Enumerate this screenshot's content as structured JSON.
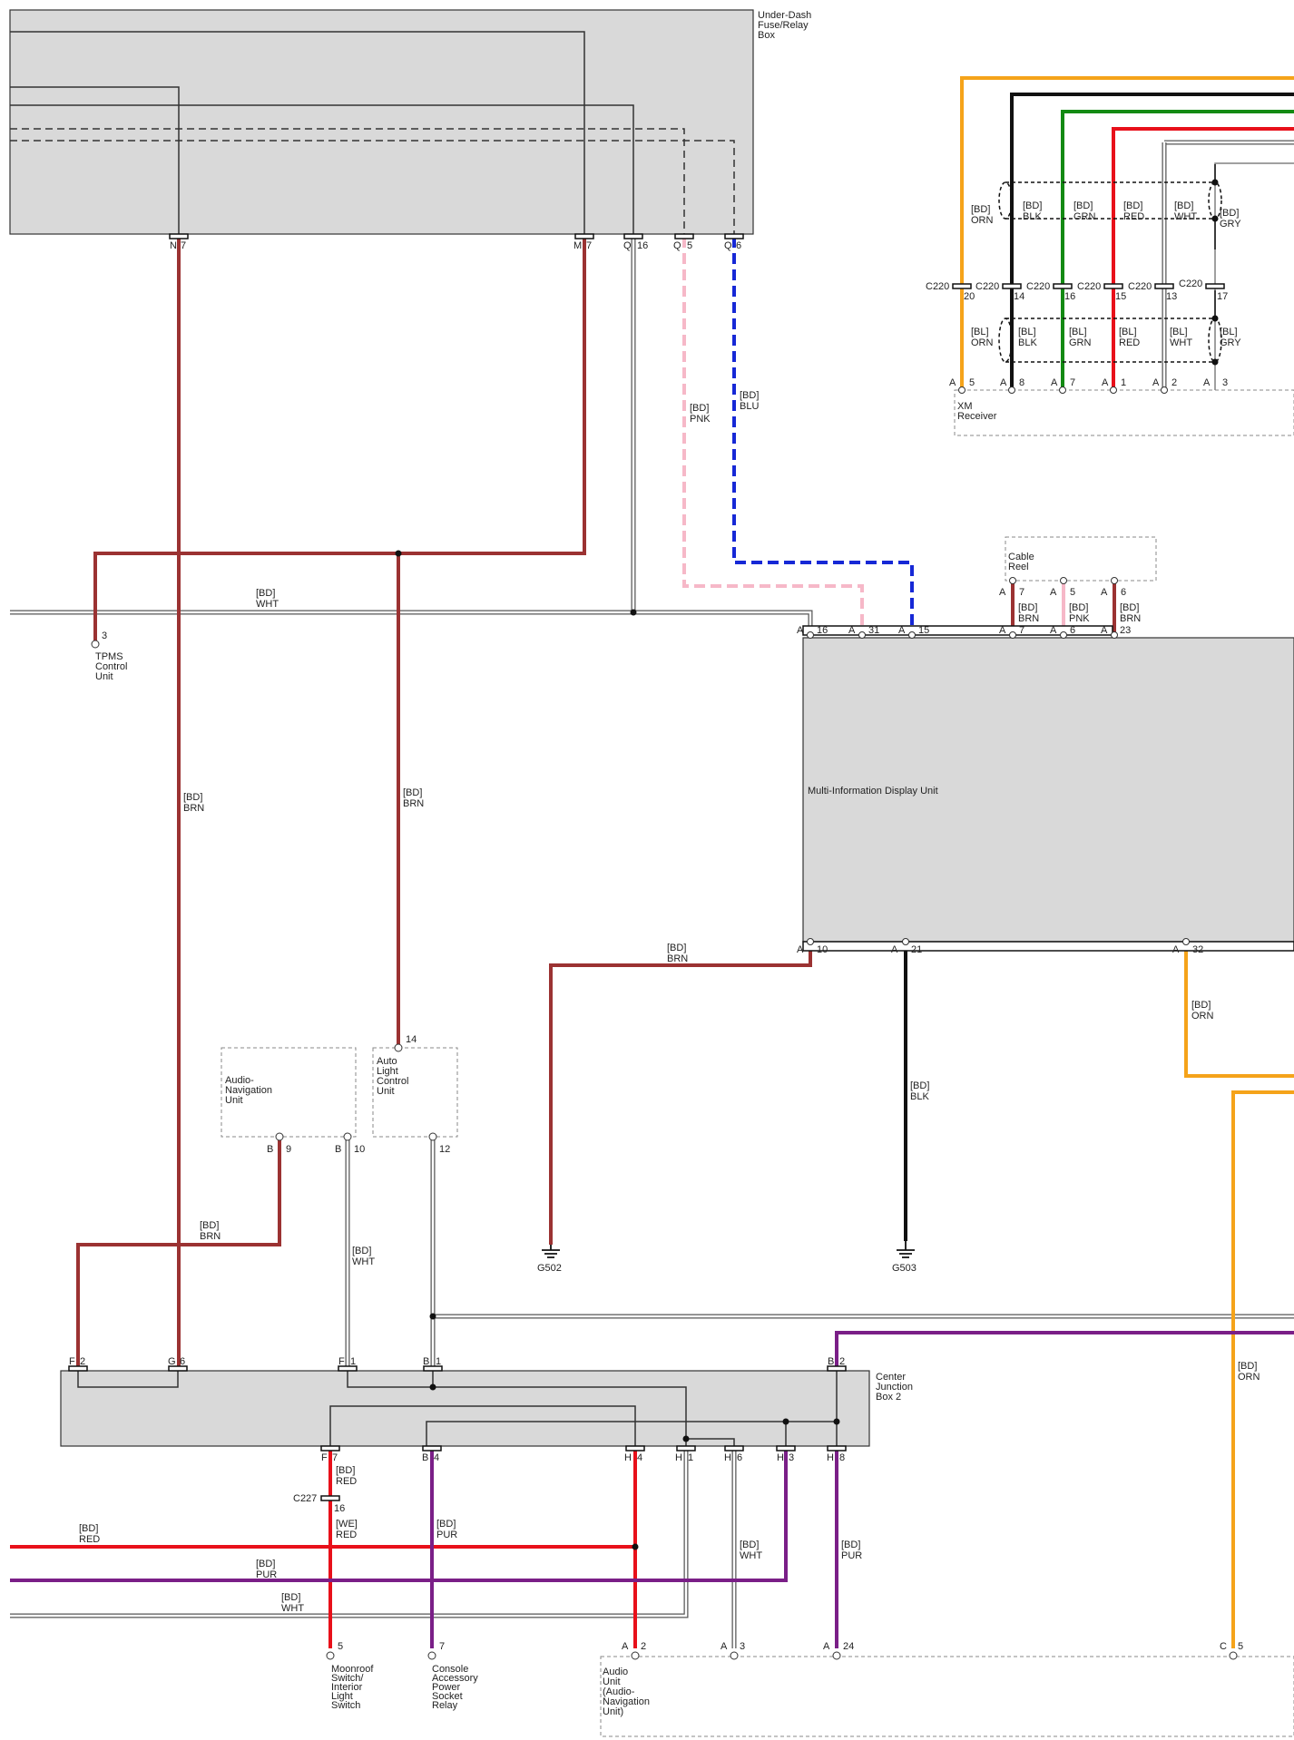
{
  "components": {
    "fuse_box": [
      "Under-Dash",
      "Fuse/Relay",
      "Box"
    ],
    "xm_receiver": [
      "XM",
      "Receiver"
    ],
    "cable_reel": [
      "Cable",
      "Reel"
    ],
    "tpms": [
      "TPMS",
      "Control",
      "Unit"
    ],
    "mid": "Multi-Information Display Unit",
    "audio_nav": [
      "Audio-",
      "Navigation",
      "Unit"
    ],
    "auto_light": [
      "Auto",
      "Light",
      "Control",
      "Unit"
    ],
    "cjb2": [
      "Center",
      "Junction",
      "Box 2"
    ],
    "moonroof": [
      "Moonroof",
      "Switch/",
      "Interior",
      "Light",
      "Switch"
    ],
    "console_relay": [
      "Console",
      "Accessory",
      "Power",
      "Socket",
      "Relay"
    ],
    "audio_unit": [
      "Audio",
      "Unit",
      "(Audio-",
      "Navigation",
      "Unit)"
    ],
    "g502": "G502",
    "g503": "G503"
  },
  "fuse_pins": [
    {
      "letter": "N",
      "num": "7"
    },
    {
      "letter": "M",
      "num": "7"
    },
    {
      "letter": "Q",
      "num": "16"
    },
    {
      "letter": "Q",
      "num": "5"
    },
    {
      "letter": "Q",
      "num": "6"
    }
  ],
  "xm_pins": [
    {
      "letter": "A",
      "num": "5"
    },
    {
      "letter": "A",
      "num": "8"
    },
    {
      "letter": "A",
      "num": "7"
    },
    {
      "letter": "A",
      "num": "1"
    },
    {
      "letter": "A",
      "num": "2"
    },
    {
      "letter": "A",
      "num": "3"
    }
  ],
  "c220": [
    {
      "name": "C220",
      "num": "20"
    },
    {
      "name": "C220",
      "num": "14"
    },
    {
      "name": "C220",
      "num": "16"
    },
    {
      "name": "C220",
      "num": "15"
    },
    {
      "name": "C220",
      "num": "13"
    },
    {
      "name": "C220",
      "num": "17"
    }
  ],
  "cable_reel_pins": [
    {
      "letter": "A",
      "num": "7"
    },
    {
      "letter": "A",
      "num": "5"
    },
    {
      "letter": "A",
      "num": "6"
    }
  ],
  "mid_top_pins": [
    {
      "letter": "A",
      "num": "16"
    },
    {
      "letter": "A",
      "num": "31"
    },
    {
      "letter": "A",
      "num": "15"
    },
    {
      "letter": "A",
      "num": "7"
    },
    {
      "letter": "A",
      "num": "6"
    },
    {
      "letter": "A",
      "num": "23"
    }
  ],
  "mid_bottom_pins": [
    {
      "letter": "A",
      "num": "10"
    },
    {
      "letter": "A",
      "num": "21"
    },
    {
      "letter": "A",
      "num": "32"
    }
  ],
  "tpms_pin": "3",
  "auto_light_pins": [
    "14",
    "12"
  ],
  "audio_nav_pins": [
    {
      "letter": "B",
      "num": "9"
    },
    {
      "letter": "B",
      "num": "10"
    }
  ],
  "cjb_top_pins": [
    {
      "letter": "F",
      "num": "2"
    },
    {
      "letter": "G",
      "num": "6"
    },
    {
      "letter": "F",
      "num": "1"
    },
    {
      "letter": "B",
      "num": "1"
    },
    {
      "letter": "B",
      "num": "2"
    }
  ],
  "cjb_bottom_pins": [
    {
      "letter": "F",
      "num": "7"
    },
    {
      "letter": "B",
      "num": "4"
    },
    {
      "letter": "H",
      "num": "4"
    },
    {
      "letter": "H",
      "num": "1"
    },
    {
      "letter": "H",
      "num": "6"
    },
    {
      "letter": "H",
      "num": "3"
    },
    {
      "letter": "H",
      "num": "8"
    }
  ],
  "c227": {
    "name": "C227",
    "num": "16"
  },
  "moonroof_pin": "5",
  "console_pin": "7",
  "audio_pins": [
    {
      "letter": "A",
      "num": "2"
    },
    {
      "letter": "A",
      "num": "3"
    },
    {
      "letter": "A",
      "num": "24"
    },
    {
      "letter": "C",
      "num": "5"
    }
  ],
  "wire_labels": {
    "xm_bd": [
      [
        "[BD]",
        "ORN"
      ],
      [
        "[BD]",
        "BLK"
      ],
      [
        "[BD]",
        "GRN"
      ],
      [
        "[BD]",
        "RED"
      ],
      [
        "[BD]",
        "WHT"
      ],
      [
        "[BD]",
        "GRY"
      ]
    ],
    "xm_bl": [
      [
        "[BL]",
        "ORN"
      ],
      [
        "[BL]",
        "BLK"
      ],
      [
        "[BL]",
        "GRN"
      ],
      [
        "[BL]",
        "RED"
      ],
      [
        "[BL]",
        "WHT"
      ],
      [
        "[BL]",
        "GRY"
      ]
    ],
    "q5": [
      "[BD]",
      "PNK"
    ],
    "q6": [
      "[BD]",
      "BLU"
    ],
    "wht_top": [
      "[BD]",
      "WHT"
    ],
    "n7": [
      "[BD]",
      "BRN"
    ],
    "m7": [
      "[BD]",
      "BRN"
    ],
    "reel_a7": [
      "[BD]",
      "BRN"
    ],
    "reel_a5": [
      "[BD]",
      "PNK"
    ],
    "reel_a6": [
      "[BD]",
      "BRN"
    ],
    "a10": [
      "[BD]",
      "BRN"
    ],
    "a21": [
      "[BD]",
      "BLK"
    ],
    "a32": [
      "[BD]",
      "ORN"
    ],
    "b9": [
      "[BD]",
      "BRN"
    ],
    "b10": [
      "[BD]",
      "WHT"
    ],
    "f7": [
      "[BD]",
      "RED"
    ],
    "we_red": [
      "[WE]",
      "RED"
    ],
    "b4": [
      "[BD]",
      "PUR"
    ],
    "red_left": [
      "[BD]",
      "RED"
    ],
    "pur_left": [
      "[BD]",
      "PUR"
    ],
    "wht_left": [
      "[BD]",
      "WHT"
    ],
    "h6": [
      "[BD]",
      "WHT"
    ],
    "h8": [
      "[BD]",
      "PUR"
    ],
    "c5": [
      "[BD]",
      "ORN"
    ]
  },
  "colors": {
    "BRN": "#9b3232",
    "RED": "#e8101a",
    "ORN": "#f5a31a",
    "BLK": "#111111",
    "GRN": "#138a13",
    "BLU": "#1628d6",
    "PNK": "#f6b8c8",
    "PUR": "#7a1f87",
    "GRY": "#808080",
    "WHT": "#ffffff"
  }
}
